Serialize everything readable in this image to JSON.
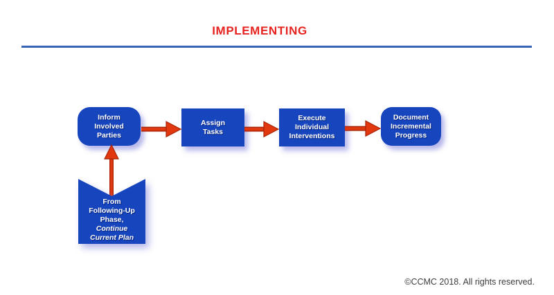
{
  "title": "IMPLEMENTING",
  "flow": {
    "steps": [
      {
        "label": "Inform\nInvolved\nParties",
        "shape": "rounded"
      },
      {
        "label": "Assign\nTasks",
        "shape": "rectangle"
      },
      {
        "label": "Execute\nIndividual\nInterventions",
        "shape": "rectangle"
      },
      {
        "label": "Document\nIncremental\nProgress",
        "shape": "rounded"
      }
    ],
    "arrow_direction": "left-to-right"
  },
  "banner": {
    "text_top": "From\nFollowing-Up\nPhase,",
    "text_italic": "Continue\nCurrent Plan",
    "arrow_target": "Inform Involved Parties"
  },
  "footer": {
    "copyright": "©CCMC 2018. All rights reserved."
  },
  "colors": {
    "box_blue": "#1645bd",
    "arrow_red": "#e2380f",
    "arrow_red_dark": "#a72306",
    "title_red": "#e6231f",
    "divider_blue": "#2e5cb4",
    "shadow_periwinkle": "#9191e1"
  }
}
